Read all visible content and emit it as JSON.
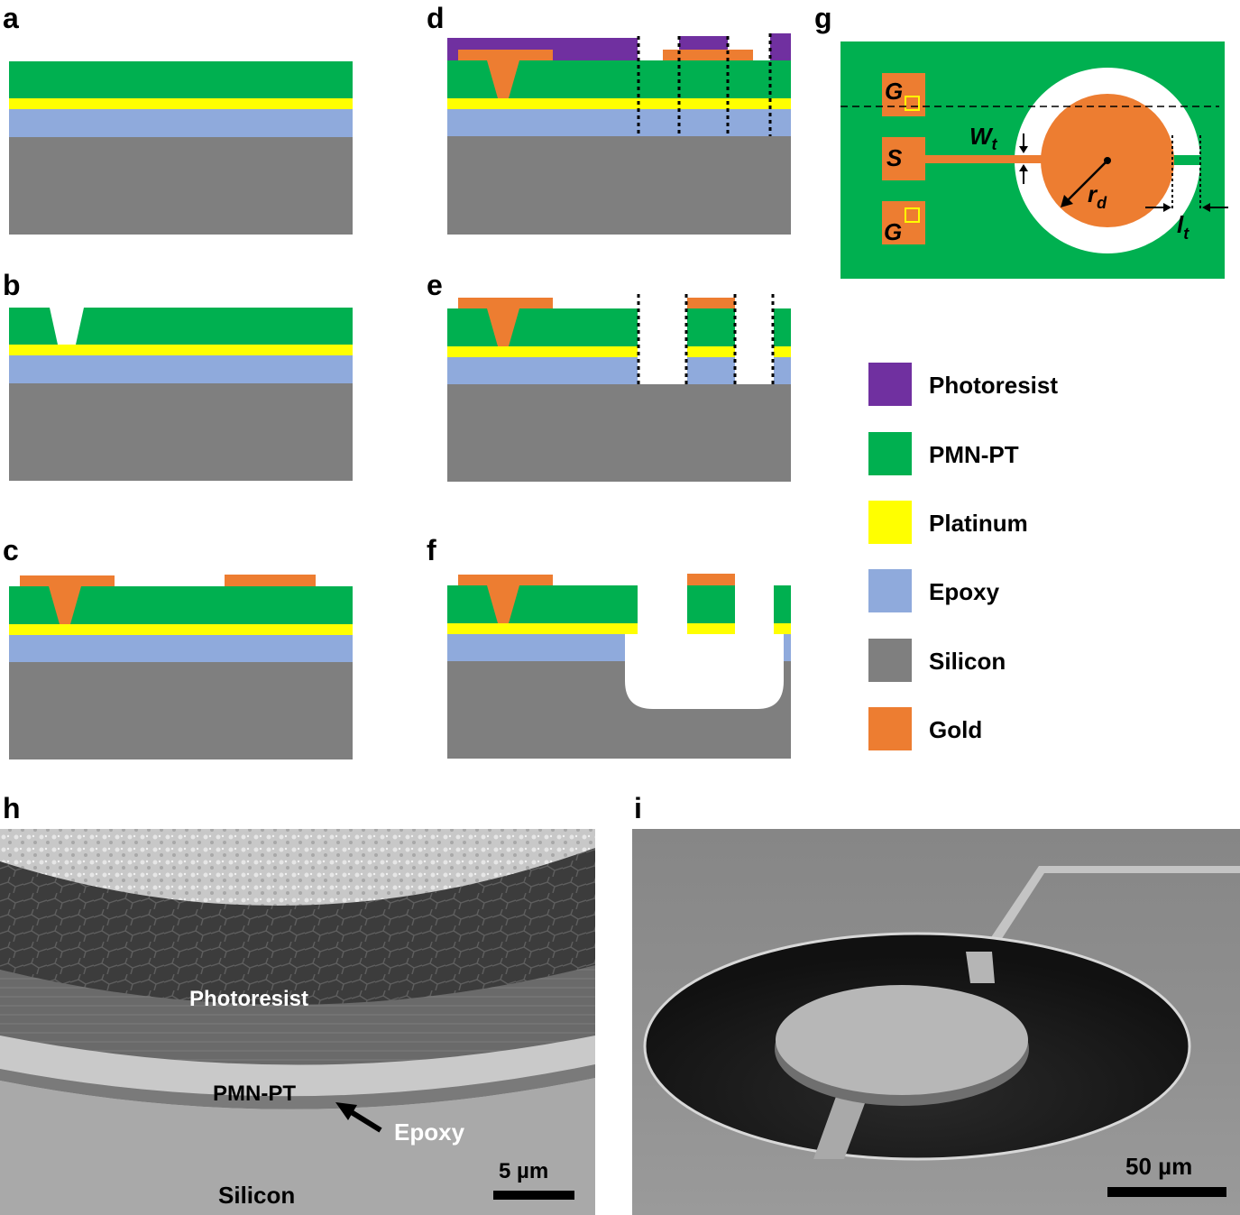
{
  "panel_labels": {
    "a": "a",
    "b": "b",
    "c": "c",
    "d": "d",
    "e": "e",
    "f": "f",
    "g": "g",
    "h": "h",
    "i": "i"
  },
  "colors": {
    "photoresist": "#7030a0",
    "pmnpt": "#00b050",
    "platinum": "#ffff00",
    "epoxy": "#8faadc",
    "silicon": "#7f7f7f",
    "gold": "#ed7d31",
    "white": "#ffffff"
  },
  "legend": [
    {
      "label": "Photoresist",
      "color": "#7030a0"
    },
    {
      "label": "PMN-PT",
      "color": "#00b050"
    },
    {
      "label": "Platinum",
      "color": "#ffff00"
    },
    {
      "label": "Epoxy",
      "color": "#8faadc"
    },
    {
      "label": "Silicon",
      "color": "#7f7f7f"
    },
    {
      "label": "Gold",
      "color": "#ed7d31"
    }
  ],
  "layout_g": {
    "pad_top": "G",
    "pad_signal": "S",
    "pad_bottom": "G",
    "dim_width": "W",
    "dim_width_sub": "t",
    "dim_radius": "r",
    "dim_radius_sub": "d",
    "dim_length": "l",
    "dim_length_sub": "t"
  },
  "sem_h": {
    "photoresist": "Photoresist",
    "pmnpt": "PMN-PT",
    "epoxy": "Epoxy",
    "silicon": "Silicon",
    "scale": "5 µm"
  },
  "sem_i": {
    "scale": "50 µm"
  }
}
